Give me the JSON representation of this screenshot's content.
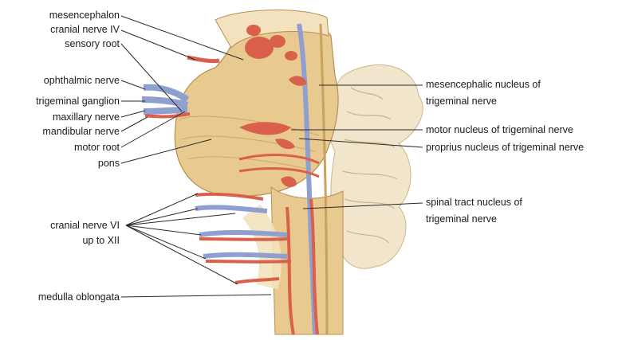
{
  "labels_left": [
    {
      "key": "mesencephalon",
      "text": "mesencephalon"
    },
    {
      "key": "cranial_nerve_iv",
      "text": "cranial nerve IV"
    },
    {
      "key": "sensory_root",
      "text": "sensory root"
    },
    {
      "key": "ophthalmic_nerve",
      "text": "ophthalmic nerve"
    },
    {
      "key": "trigeminal_ganglion",
      "text": "trigeminal ganglion"
    },
    {
      "key": "maxillary_nerve",
      "text": "maxillary nerve"
    },
    {
      "key": "mandibular_nerve",
      "text": "mandibular nerve"
    },
    {
      "key": "motor_root",
      "text": "motor root"
    },
    {
      "key": "pons",
      "text": "pons"
    },
    {
      "key": "cranial_nerve_vi_line1",
      "text": "cranial nerve VI"
    },
    {
      "key": "cranial_nerve_vi_line2",
      "text": "up to XII"
    },
    {
      "key": "medulla_oblongata",
      "text": "medulla oblongata"
    }
  ],
  "labels_right": [
    {
      "key": "mesencephalic_nucleus_line1",
      "text": "mesencephalic nucleus of"
    },
    {
      "key": "mesencephalic_nucleus_line2",
      "text": "trigeminal nerve"
    },
    {
      "key": "motor_nucleus",
      "text": "motor nucleus of trigeminal nerve"
    },
    {
      "key": "proprius_nucleus",
      "text": "proprius nucleus of trigeminal nerve"
    },
    {
      "key": "spinal_tract_line1",
      "text": "spinal tract nucleus of"
    },
    {
      "key": "spinal_tract_line2",
      "text": "trigeminal nerve"
    }
  ],
  "colors": {
    "tissue": "#e8c98f",
    "tissue_dark": "#c9a15c",
    "tissue_light": "#f3e2bd",
    "nucleus_red": "#d9604a",
    "nerve_blue": "#8f9fd0",
    "cerebellum": "#f1e6cc"
  }
}
